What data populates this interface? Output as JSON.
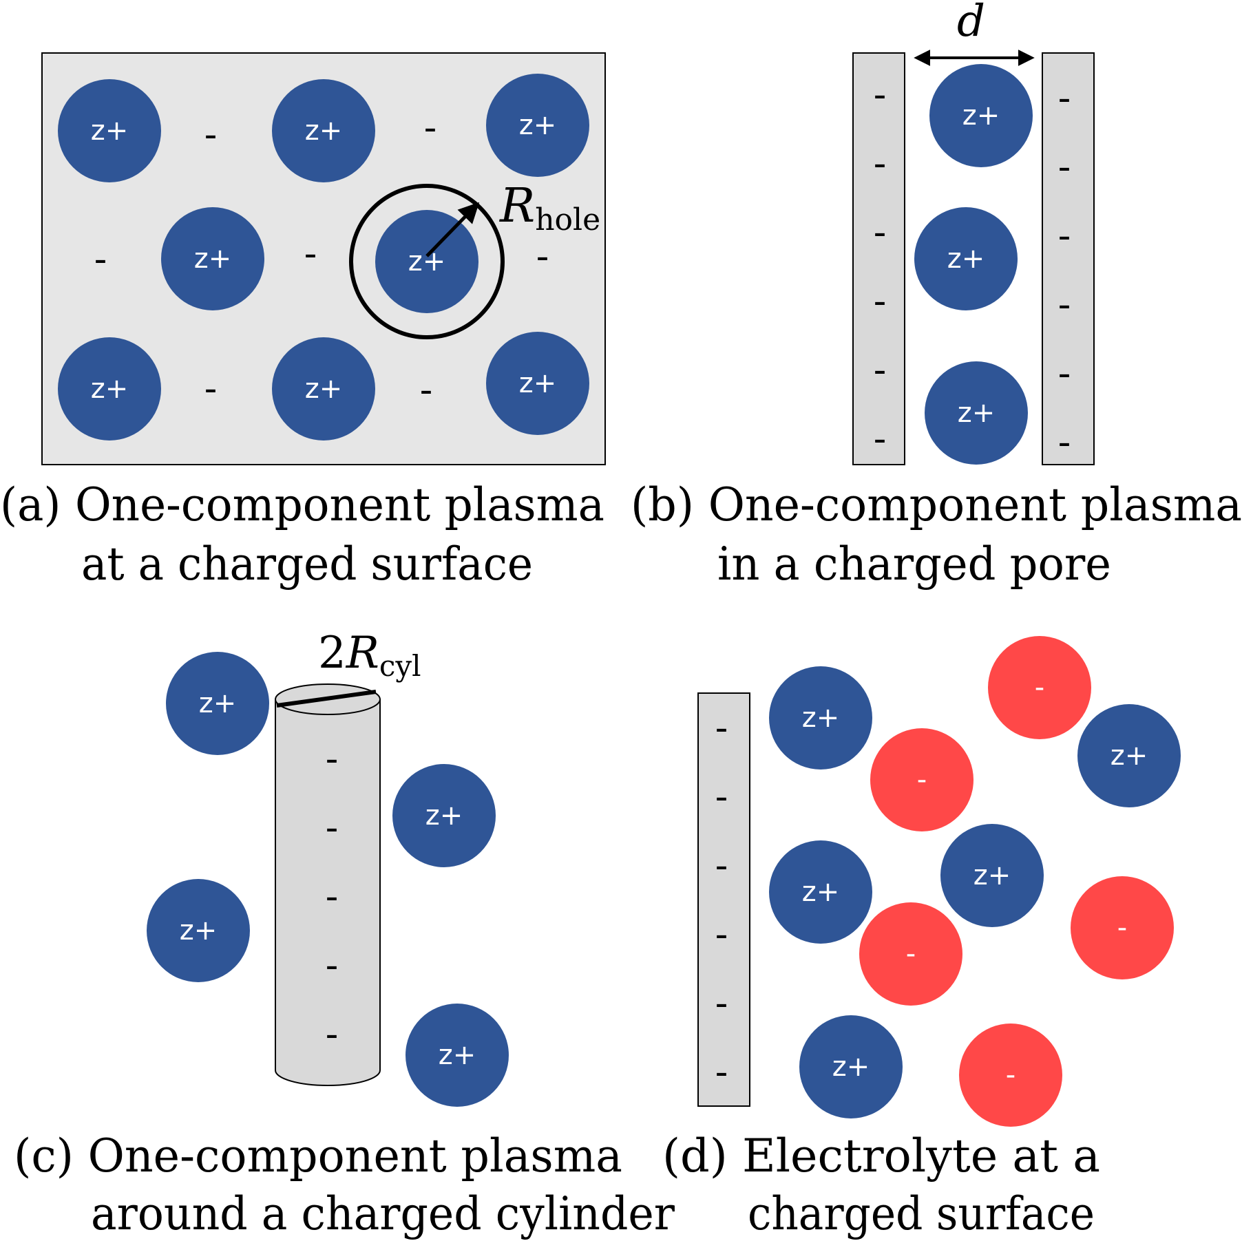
{
  "colors": {
    "cation": "#2f5596",
    "anion": "#ff4848",
    "surface": "#e6e6e6",
    "wall": "#d9d9d9",
    "outline": "#000000"
  },
  "ion_labels": {
    "cation": "z+",
    "anion": "-",
    "surface_charge": "-"
  },
  "panel_a": {
    "caption_line1": "(a) One-component plasma",
    "caption_line2": "at a charged surface",
    "hole_symbol": "R",
    "hole_subscript": "hole"
  },
  "panel_b": {
    "caption_line1": "(b) One-component plasma",
    "caption_line2": "in a charged pore",
    "width_symbol": "d"
  },
  "panel_c": {
    "caption_line1": "(c) One-component plasma",
    "caption_line2": "around a charged cylinder",
    "diameter_prefix": "2",
    "diameter_symbol": "R",
    "diameter_subscript": "cyl"
  },
  "panel_d": {
    "caption_line1": "(d) Electrolyte at a",
    "caption_line2": "charged surface"
  }
}
